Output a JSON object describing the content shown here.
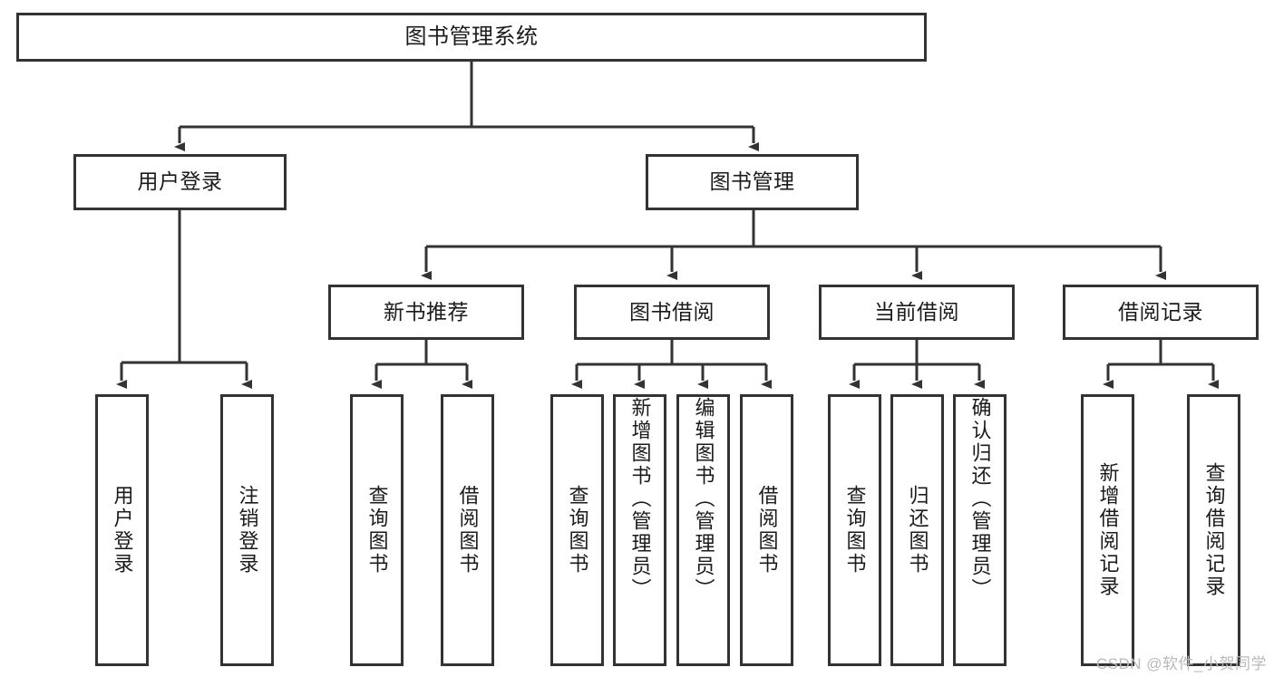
{
  "diagram": {
    "title": "图书管理系统",
    "type": "hierarchy-tree",
    "root": {
      "id": "root",
      "label": "图书管理系统",
      "orientation": "horizontal"
    },
    "level1": [
      {
        "id": "user-login",
        "label": "用户登录",
        "orientation": "horizontal"
      },
      {
        "id": "book-management",
        "label": "图书管理",
        "orientation": "horizontal"
      }
    ],
    "level2": [
      {
        "id": "new-book-recommend",
        "label": "新书推荐",
        "orientation": "horizontal",
        "parent": "book-management"
      },
      {
        "id": "book-borrow",
        "label": "图书借阅",
        "orientation": "horizontal",
        "parent": "book-management"
      },
      {
        "id": "current-borrow",
        "label": "当前借阅",
        "orientation": "horizontal",
        "parent": "book-management"
      },
      {
        "id": "borrow-record",
        "label": "借阅记录",
        "orientation": "horizontal",
        "parent": "book-management"
      }
    ],
    "leaves": [
      {
        "id": "leaf-user-login",
        "label": "用户登录",
        "parent": "user-login"
      },
      {
        "id": "leaf-logout-login",
        "label": "注销登录",
        "parent": "user-login"
      },
      {
        "id": "leaf-query-book-1",
        "label": "查询图书",
        "parent": "new-book-recommend"
      },
      {
        "id": "leaf-borrow-book-1",
        "label": "借阅图书",
        "parent": "new-book-recommend"
      },
      {
        "id": "leaf-query-book-2",
        "label": "查询图书",
        "parent": "book-borrow"
      },
      {
        "id": "leaf-add-book",
        "label": "新增图书（管理员）",
        "parent": "book-borrow"
      },
      {
        "id": "leaf-edit-book",
        "label": "编辑图书（管理员）",
        "parent": "book-borrow"
      },
      {
        "id": "leaf-borrow-book-2",
        "label": "借阅图书",
        "parent": "book-borrow"
      },
      {
        "id": "leaf-query-book-3",
        "label": "查询图书",
        "parent": "current-borrow"
      },
      {
        "id": "leaf-return-book",
        "label": "归还图书",
        "parent": "current-borrow"
      },
      {
        "id": "leaf-confirm-return",
        "label": "确认归还（管理员）",
        "parent": "current-borrow"
      },
      {
        "id": "leaf-add-record",
        "label": "新增借阅记录",
        "parent": "borrow-record"
      },
      {
        "id": "leaf-query-record",
        "label": "查询借阅记录",
        "parent": "borrow-record"
      }
    ],
    "colors": {
      "node_border": "#333333",
      "node_fill": "#ffffff",
      "edge": "#333333",
      "text": "#1b1b1b",
      "watermark": "#b9b9b9",
      "background": "#ffffff"
    }
  },
  "watermark": {
    "text": "CSDN @软件_小贺同学"
  }
}
